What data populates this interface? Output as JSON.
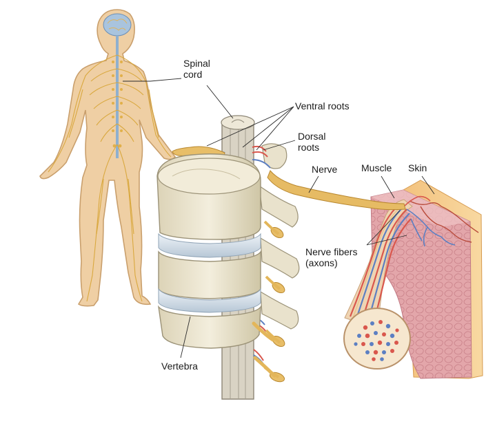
{
  "labels": {
    "spinal_cord": "Spinal\ncord",
    "ventral_roots": "Ventral roots",
    "dorsal_roots": "Dorsal\nroots",
    "nerve": "Nerve",
    "muscle": "Muscle",
    "skin": "Skin",
    "nerve_fibers": "Nerve fibers\n(axons)",
    "vertebra": "Vertebra"
  },
  "colors": {
    "body": "#e9c79a",
    "body_outline": "#c79a66",
    "nerve": "#e3b65a",
    "nerve_dark": "#b8872e",
    "bone": "#ece6d2",
    "bone_shade": "#cfc6aa",
    "disc": "#cfd9e3",
    "spinal_cord": "#b9c6d1",
    "axon_blue": "#5c7fc2",
    "axon_red": "#d9574d",
    "muscle": "#e4a9a9",
    "skin": "#f6c889",
    "leader": "#2a2a2a"
  }
}
